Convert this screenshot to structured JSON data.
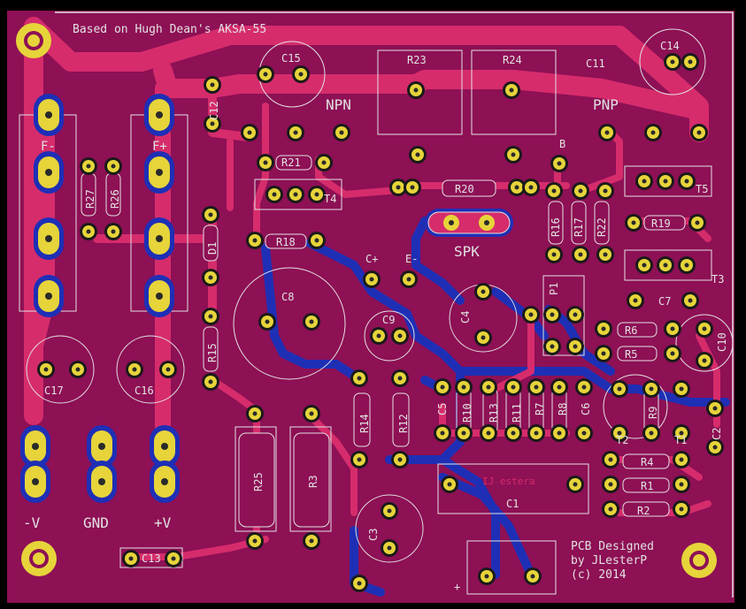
{
  "header": {
    "title": "Based on Hugh Dean's AKSA-55"
  },
  "credits": {
    "line1": "PCB Designed",
    "line2": "by JLesterP",
    "line3": "(c) 2014"
  },
  "power": {
    "neg": "-V",
    "gnd": "GND",
    "pos": "+V"
  },
  "labels": {
    "npn": "NPN",
    "pnp": "PNP",
    "spk": "SPK",
    "fneg": "F-",
    "fpos": "F+",
    "cplus": "C+",
    "cminus": "E-",
    "b": "B",
    "plus": "+"
  },
  "parts": {
    "r23": "R23",
    "r24": "R24",
    "c15": "C15",
    "c11": "C11",
    "c14": "C14",
    "c12": "C12",
    "r21": "R21",
    "r20": "R20",
    "t4": "T4",
    "t5": "T5",
    "r27": "R27",
    "r26": "R26",
    "r16": "R16",
    "r17": "R17",
    "r22": "R22",
    "r19": "R19",
    "d1": "D1",
    "r18": "R18",
    "c8": "C8",
    "c9": "C9",
    "c4": "C4",
    "p1": "P1",
    "t3": "T3",
    "c7": "C7",
    "r6": "R6",
    "r5": "R5",
    "c10": "C10",
    "r15": "R15",
    "c17": "C17",
    "c16": "C16",
    "r14": "R14",
    "r12": "R12",
    "c5": "C5",
    "r10": "R10",
    "r13": "R13",
    "r11": "R11",
    "r7": "R7",
    "r8": "R8",
    "c6": "C6",
    "r9": "R9",
    "t2": "T2",
    "t1": "T1",
    "c2": "C2",
    "r4": "R4",
    "r1": "R1",
    "r2": "R2",
    "r25": "R25",
    "r3": "R3",
    "c1": "C1",
    "c3": "C3",
    "c13": "C13",
    "mirror": "IJ estera"
  },
  "colors": {
    "board": "#8e1055",
    "top": "#d62c6c",
    "bottom": "#1e2fb6",
    "silk": "#e2e2e2",
    "pad": "#e6d43a",
    "drill": "#2a2a2a"
  }
}
